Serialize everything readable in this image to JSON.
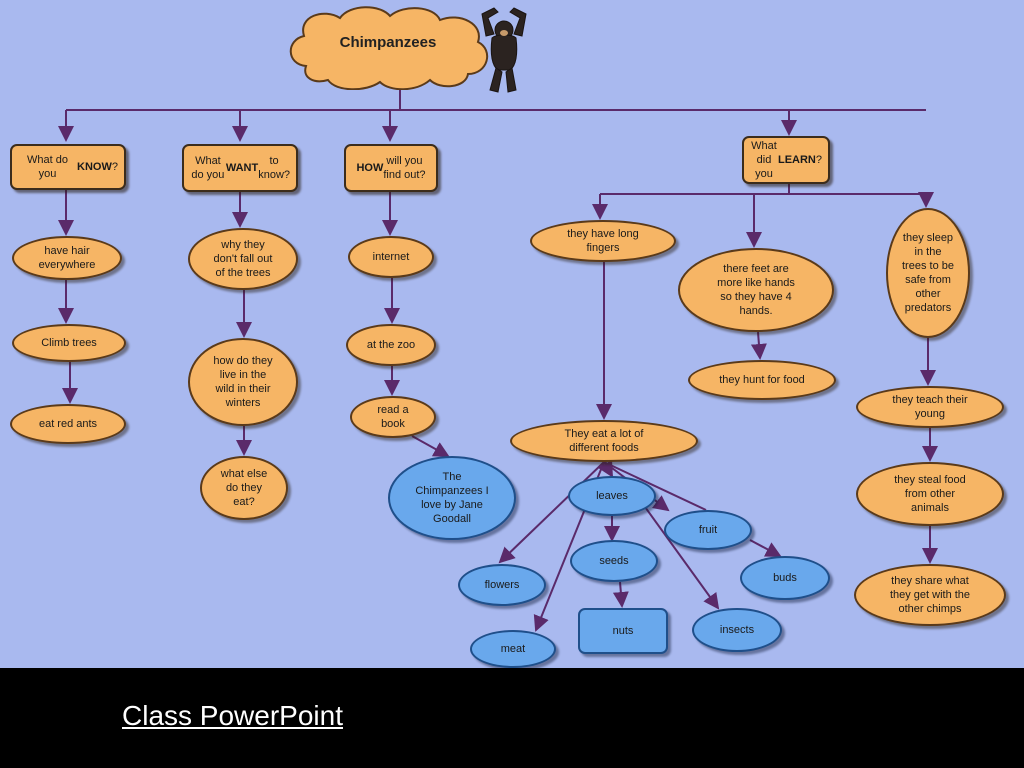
{
  "title": "Chimpanzees",
  "footer_link": "Class PowerPoint",
  "colors": {
    "background": "#a9b9ef",
    "orange_node": "#f6b565",
    "blue_node": "#69a8ec",
    "connector": "#5a2a6a"
  },
  "icons": {
    "mascot": "chimpanzee-icon"
  },
  "nodes": {
    "know": "What do you\n<b>KNOW</b>?",
    "want": "What do you\n<b>WANT</b> to know?",
    "how": "<b>HOW</b> will you\nfind out?",
    "learn": "What did you\n<b>LEARN</b>?",
    "k1": "have hair\neverywhere",
    "k2": "Climb trees",
    "k3": "eat red ants",
    "w1": "why they\ndon't fall out\nof the trees",
    "w2": "how do they\nlive in the\nwild in their\nwinters",
    "w3": "what else\ndo they\neat?",
    "h1": "internet",
    "h2": "at the zoo",
    "h3": "read a\nbook",
    "h4": "The\nChimpanzees I\nlove by Jane\nGoodall",
    "l1": "they have long\nfingers",
    "l2": "there feet are\nmore like hands\nso they have 4\nhands.",
    "l3": "they sleep\nin the\ntrees to be\nsafe from\nother\npredators",
    "l2a": "they hunt for food",
    "l3a": "they teach their\nyoung",
    "l3b": "they steal food\nfrom other\nanimals",
    "l3c": "they share what\nthey get with the\nother chimps",
    "foods": "They eat a lot of\ndifferent foods",
    "f_leaves": "leaves",
    "f_fruit": "fruit",
    "f_seeds": "seeds",
    "f_buds": "buds",
    "f_flowers": "flowers",
    "f_nuts": "nuts",
    "f_insects": "insects",
    "f_meat": "meat"
  }
}
